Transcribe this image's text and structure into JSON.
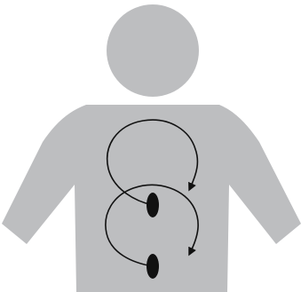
{
  "figure": {
    "colors": {
      "background": "#ffffff",
      "body_fill": "#bdbec0",
      "ink": "#111111"
    },
    "parts": [
      "head",
      "torso",
      "upper-spiral-arrow",
      "lower-spiral-arrow",
      "upper-dot",
      "lower-dot"
    ]
  }
}
